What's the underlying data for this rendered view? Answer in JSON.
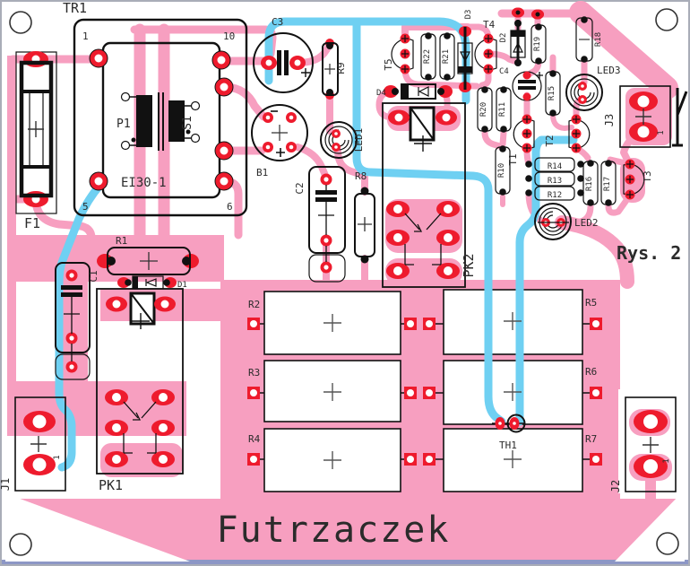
{
  "colors": {
    "copper_pour_pink": "#F79FC0",
    "trace_blue": "#6FD0F2",
    "pad_red": "#EE1B2D",
    "silkscreen_black": "#111111",
    "figure_label_blue": "#1B50C8",
    "frame_gray": "#A9ADB8",
    "frame_bottom_blue": "#8D97C6"
  },
  "board": {
    "title": "Futrzaczek",
    "figure_label": "Rys. 2"
  },
  "labels": {
    "tr1": "TR1",
    "p1": "P1",
    "s1": "S1",
    "core": "EI30-1",
    "f1": "F1",
    "c1": "C1",
    "c2": "C2",
    "c3": "C3",
    "c4": "C4",
    "r1": "R1",
    "r2": "R2",
    "r3": "R3",
    "r4": "R4",
    "r5": "R5",
    "r6": "R6",
    "r7": "R7",
    "r8": "R8",
    "r9": "R9",
    "r10": "R10",
    "r11": "R11",
    "r12": "R12",
    "r13": "R13",
    "r14": "R14",
    "r15": "R15",
    "r16": "R16",
    "r17": "R17",
    "r18": "R18",
    "r19": "R19",
    "r20": "R20",
    "r21": "R21",
    "r22": "R22",
    "d1": "D1",
    "d2": "D2",
    "d3": "D3",
    "d4": "D4",
    "t1": "T1",
    "t2": "T2",
    "t3": "T3",
    "t4": "T4",
    "t5": "T5",
    "led1": "LED1",
    "led2": "LED2",
    "led3": "LED3",
    "b1": "B1",
    "th1": "TH1",
    "j1": "J1",
    "j2": "J2",
    "j3": "J3",
    "pk1": "PK1",
    "pk2": "PK2"
  },
  "pins": {
    "tr1": [
      "1",
      "10",
      "5",
      "6"
    ],
    "j1_pin1": "1",
    "j2_pin1": "1",
    "j3_pin1": "1"
  }
}
